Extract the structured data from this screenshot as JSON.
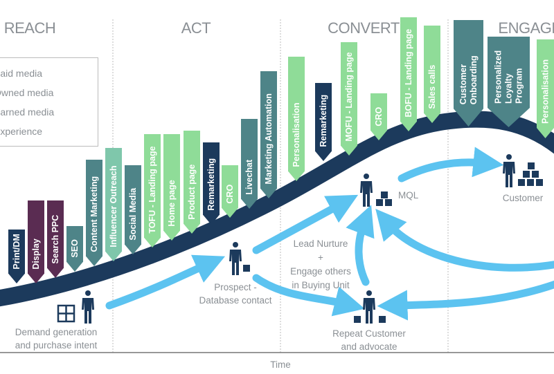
{
  "stages": [
    "REACH",
    "ACT",
    "CONVERT",
    "ENGAGE"
  ],
  "legend": [
    "Paid media",
    "Owned media",
    "Earned media",
    "Experience"
  ],
  "colors": {
    "paid": "#5a2c52",
    "owned": "#4e8488",
    "earned": "#7fc7ab",
    "experience": "#8fdc98",
    "navy": "#1c3a5c",
    "arrow": "#5cc3f0"
  },
  "flags": [
    {
      "lines": [
        "Print/DM"
      ],
      "type": "navy"
    },
    {
      "lines": [
        "Display"
      ],
      "type": "paid"
    },
    {
      "lines": [
        "Search PPC"
      ],
      "type": "paid"
    },
    {
      "lines": [
        "SEO"
      ],
      "type": "owned"
    },
    {
      "lines": [
        "Content Marketing"
      ],
      "type": "owned"
    },
    {
      "lines": [
        "Influencer Outreach"
      ],
      "type": "earned"
    },
    {
      "lines": [
        "Social Media"
      ],
      "type": "owned"
    },
    {
      "lines": [
        "TOFU - Landing page"
      ],
      "type": "experience"
    },
    {
      "lines": [
        "Home page"
      ],
      "type": "experience"
    },
    {
      "lines": [
        "Product page"
      ],
      "type": "experience"
    },
    {
      "lines": [
        "Remarketing"
      ],
      "type": "navy"
    },
    {
      "lines": [
        "CRO"
      ],
      "type": "experience"
    },
    {
      "lines": [
        "Livechat"
      ],
      "type": "owned"
    },
    {
      "lines": [
        "Marketing Automation"
      ],
      "type": "owned"
    },
    {
      "lines": [
        "Personalisation"
      ],
      "type": "experience"
    },
    {
      "lines": [
        "Remarketing"
      ],
      "type": "navy"
    },
    {
      "lines": [
        "MOFU - Landing page"
      ],
      "type": "experience"
    },
    {
      "lines": [
        "CRO"
      ],
      "type": "experience"
    },
    {
      "lines": [
        "BOFU - Landing page"
      ],
      "type": "experience"
    },
    {
      "lines": [
        "Sales calls"
      ],
      "type": "experience"
    },
    {
      "lines": [
        "Customer",
        "Onboarding"
      ],
      "type": "owned"
    },
    {
      "lines": [
        "Personalized",
        "Loyalty",
        "Program"
      ],
      "type": "owned"
    },
    {
      "lines": [
        "Personalisation"
      ],
      "type": "experience"
    }
  ],
  "nodes": {
    "demand": [
      "Demand generation",
      "and purchase intent"
    ],
    "prospect": [
      "Prospect  -",
      "Database contact"
    ],
    "nurture": [
      "Lead Nurture",
      "+",
      "Engage others",
      "in Buying Unit"
    ],
    "mql": [
      "MQL"
    ],
    "customer": [
      "Customer"
    ],
    "repeat": [
      "Repeat Customer",
      "and advocate"
    ]
  },
  "axis_label": "Time"
}
